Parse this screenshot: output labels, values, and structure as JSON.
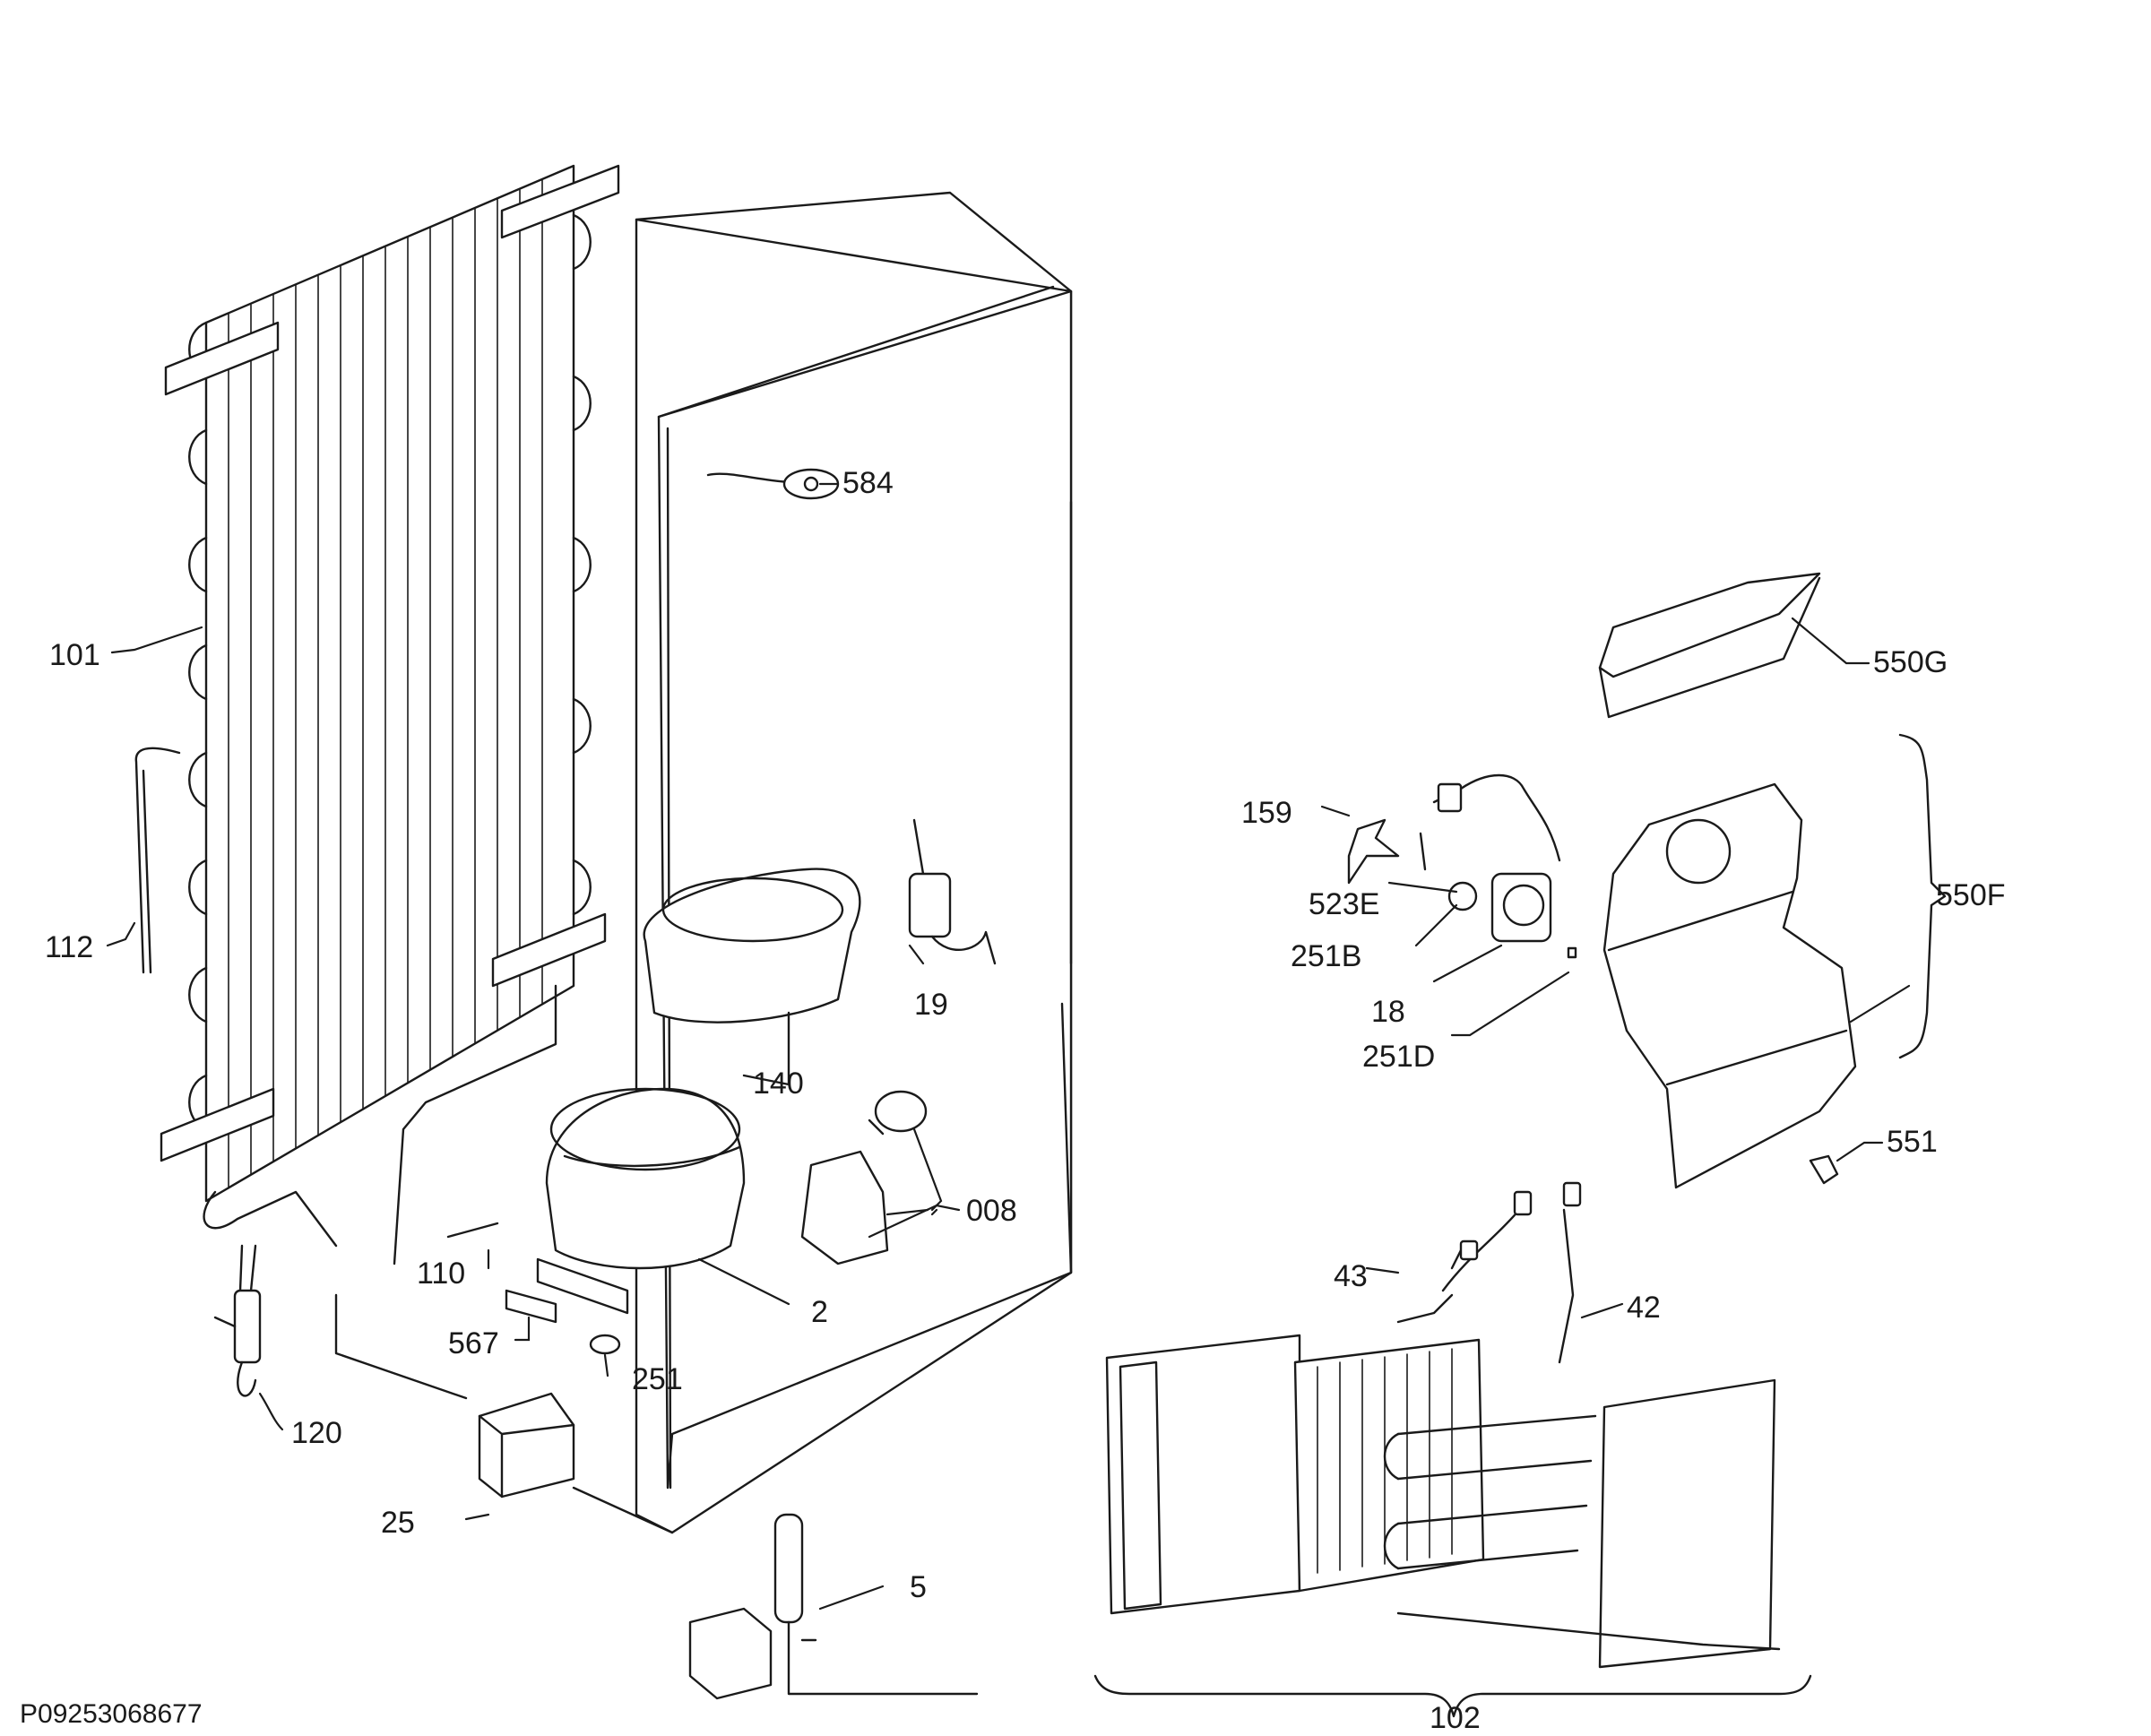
{
  "diagram": {
    "document_id": "P09253068677",
    "callouts": [
      {
        "id": "584",
        "label": "584"
      },
      {
        "id": "550G",
        "label": "550G"
      },
      {
        "id": "101",
        "label": "101"
      },
      {
        "id": "159",
        "label": "159"
      },
      {
        "id": "550F",
        "label": "550F"
      },
      {
        "id": "523E",
        "label": "523E"
      },
      {
        "id": "112",
        "label": "112"
      },
      {
        "id": "251B",
        "label": "251B"
      },
      {
        "id": "19",
        "label": "19"
      },
      {
        "id": "18",
        "label": "18"
      },
      {
        "id": "251D",
        "label": "251D"
      },
      {
        "id": "140",
        "label": "140"
      },
      {
        "id": "551",
        "label": "551"
      },
      {
        "id": "008",
        "label": "008"
      },
      {
        "id": "110",
        "label": "110"
      },
      {
        "id": "43",
        "label": "43"
      },
      {
        "id": "2",
        "label": "2"
      },
      {
        "id": "42",
        "label": "42"
      },
      {
        "id": "567",
        "label": "567"
      },
      {
        "id": "251",
        "label": "251"
      },
      {
        "id": "120",
        "label": "120"
      },
      {
        "id": "25",
        "label": "25"
      },
      {
        "id": "5",
        "label": "5"
      },
      {
        "id": "102",
        "label": "102"
      }
    ]
  }
}
